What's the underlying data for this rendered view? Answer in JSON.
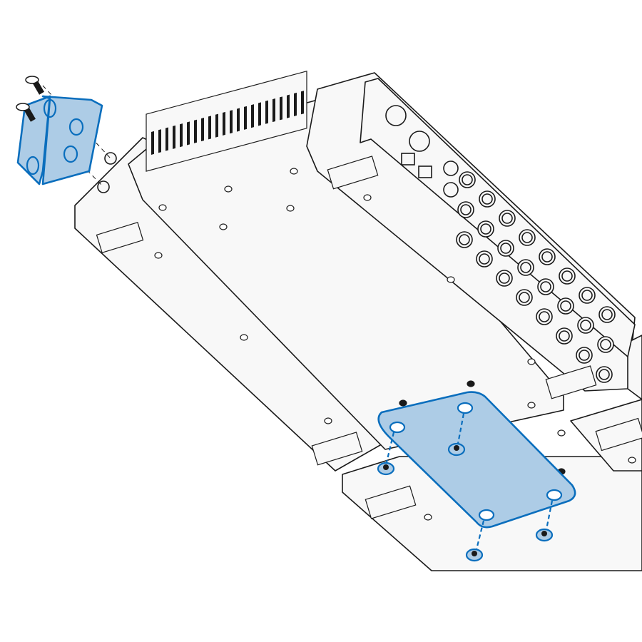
{
  "diagram": {
    "description_visible_text": "",
    "colors": {
      "highlight_fill": "#adcce6",
      "highlight_stroke": "#0a6ebd",
      "line": "#1a1a1a",
      "device_fill": "#f8f8f8"
    },
    "parts": {
      "rack_ear_bracket": "highlighted",
      "mounting_plate": "highlighted",
      "bracket_screws": 2,
      "plate_screws": 4
    }
  }
}
